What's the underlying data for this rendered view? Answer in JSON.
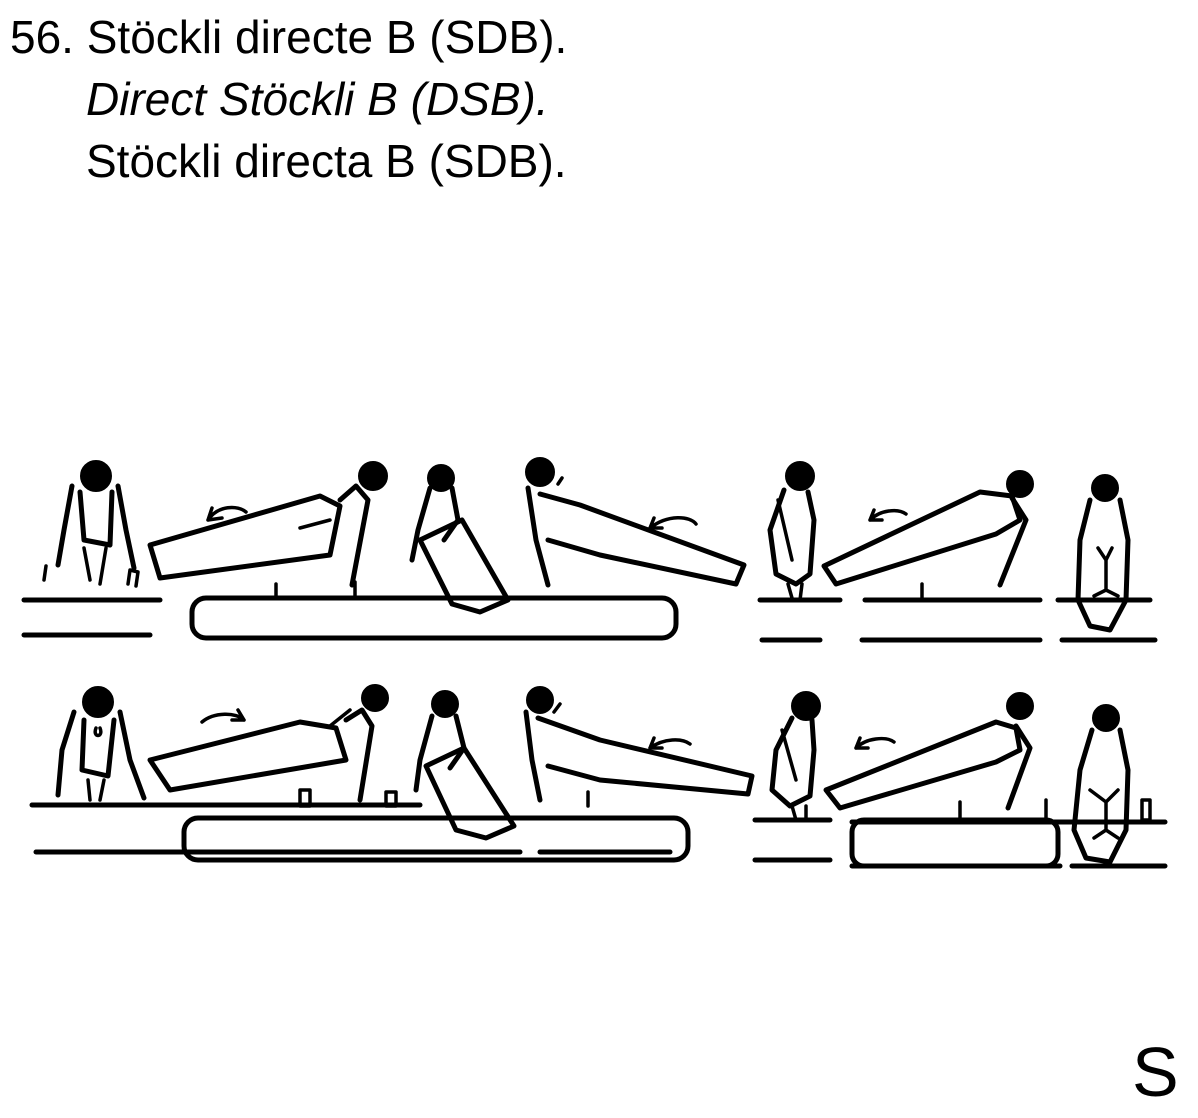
{
  "heading": {
    "line1": "56. Stöckli directe B (SDB).",
    "line2": "Direct Stöckli B (DSB).",
    "line3": "Stöckli directa B (SDB)."
  },
  "corner_mark": "S"
}
